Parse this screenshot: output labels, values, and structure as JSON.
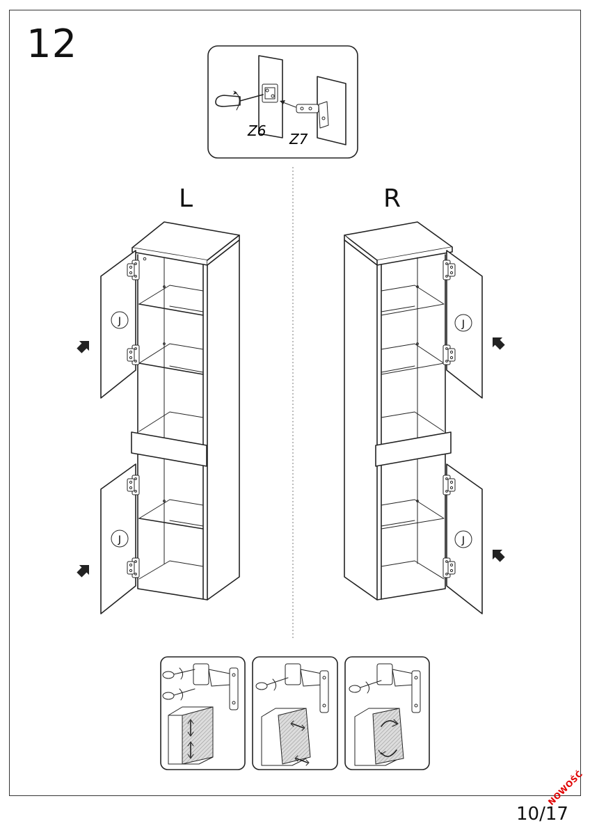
{
  "step_number": "12",
  "detail": {
    "part_a": "Z6",
    "part_b": "Z7"
  },
  "sides": {
    "left": "L",
    "right": "R"
  },
  "marker_letter": "J",
  "page": "10/17",
  "stamp": "NOWOŚĆ"
}
